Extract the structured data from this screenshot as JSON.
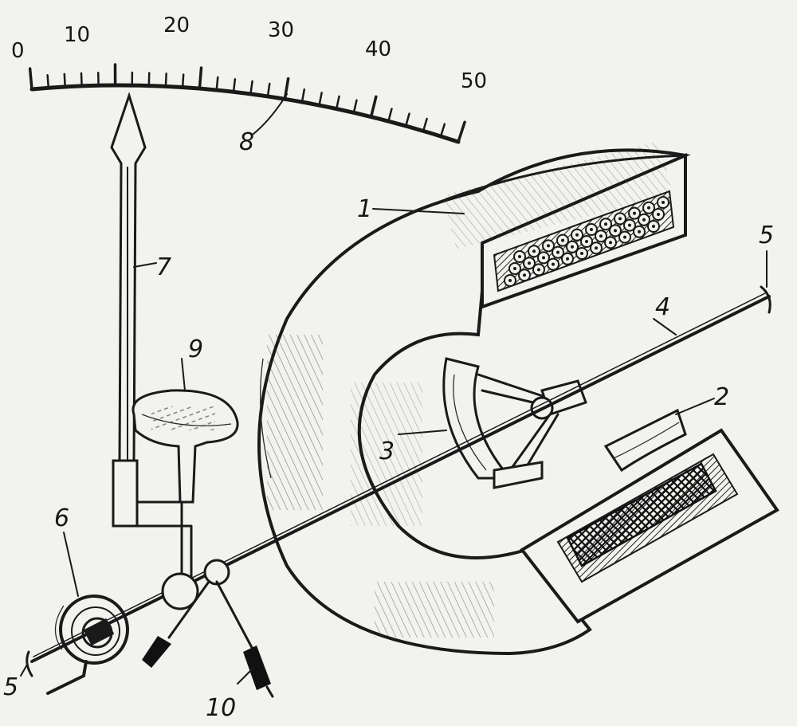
{
  "scale": {
    "tick_labels": [
      "0",
      "10",
      "20",
      "30",
      "40",
      "50"
    ]
  },
  "labels": {
    "coil": "1",
    "fixed_vane": "2",
    "moving_vane": "3",
    "axle": "4",
    "pivot_top": "5",
    "pivot_bottom": "5",
    "spring": "6",
    "pointer": "7",
    "scale": "8",
    "damper": "9",
    "counterweight": "10"
  },
  "colors": {
    "ink": "#1a1a1a",
    "paper": "#f2f2ef"
  }
}
